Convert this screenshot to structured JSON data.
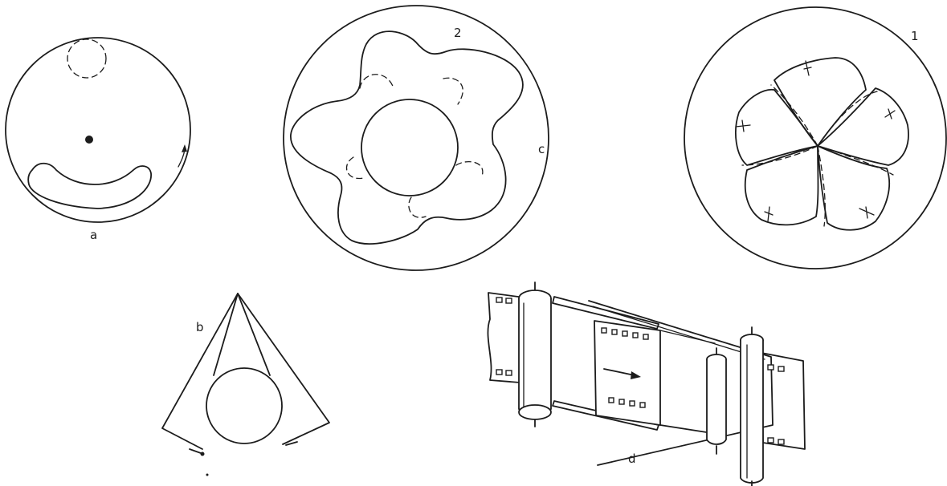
{
  "figure": {
    "labels": {
      "a": "a",
      "b": "b",
      "c": "c",
      "d": "d",
      "one": "1",
      "two": "2"
    }
  }
}
